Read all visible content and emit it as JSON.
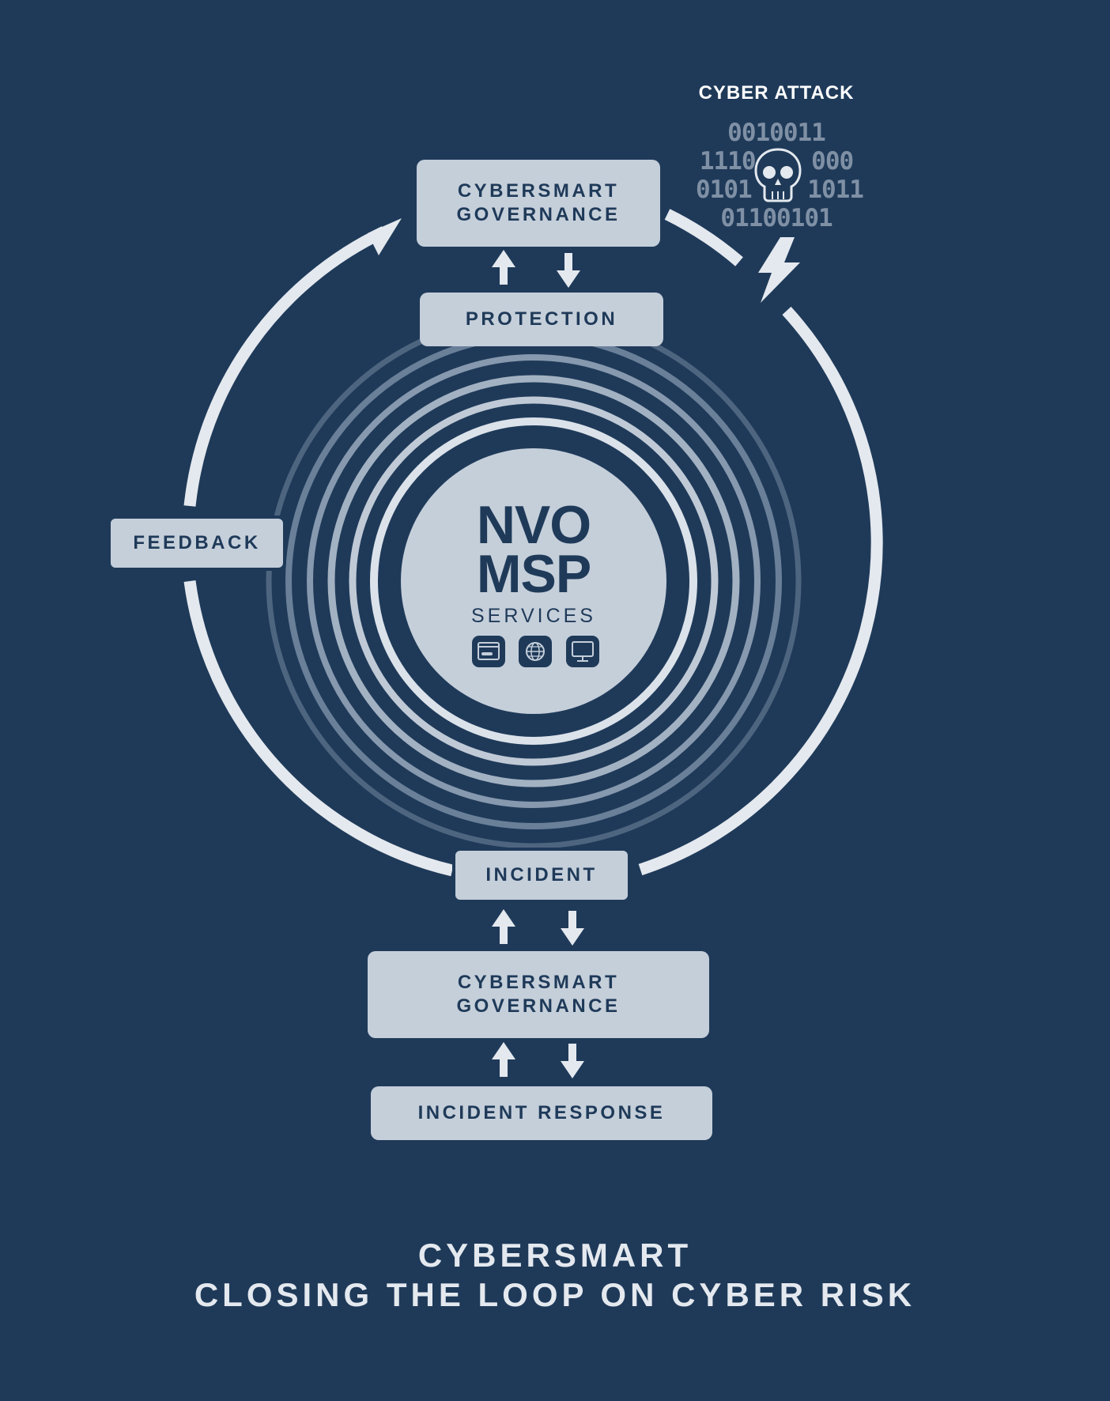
{
  "attack": {
    "label": "CYBER ATTACK",
    "binary": [
      "0010011",
      "1110    000",
      "0101    1011",
      "01100101"
    ],
    "skull_icon": "skull-icon",
    "lightning_icon": "lightning-bolt-icon"
  },
  "boxes": {
    "governance_top": [
      "CYBERSMART",
      "GOVERNANCE"
    ],
    "protection": "PROTECTION",
    "feedback": "FEEDBACK",
    "incident": "INCIDENT",
    "governance_bottom": [
      "CYBERSMART",
      "GOVERNANCE"
    ],
    "incident_response": "INCIDENT RESPONSE"
  },
  "center": {
    "title_line1": "NVO",
    "title_line2": "MSP",
    "subtitle": "SERVICES",
    "icons": [
      "browser-window-icon",
      "globe-icon",
      "monitor-icon"
    ]
  },
  "footer": {
    "line1": "CYBERSMART",
    "line2": "CLOSING THE LOOP ON CYBER RISK"
  },
  "colors": {
    "background": "#1f3a59",
    "box_fill": "#c5cfda",
    "box_text": "#1f3a59",
    "loop_stroke": "#e4e9ef"
  }
}
